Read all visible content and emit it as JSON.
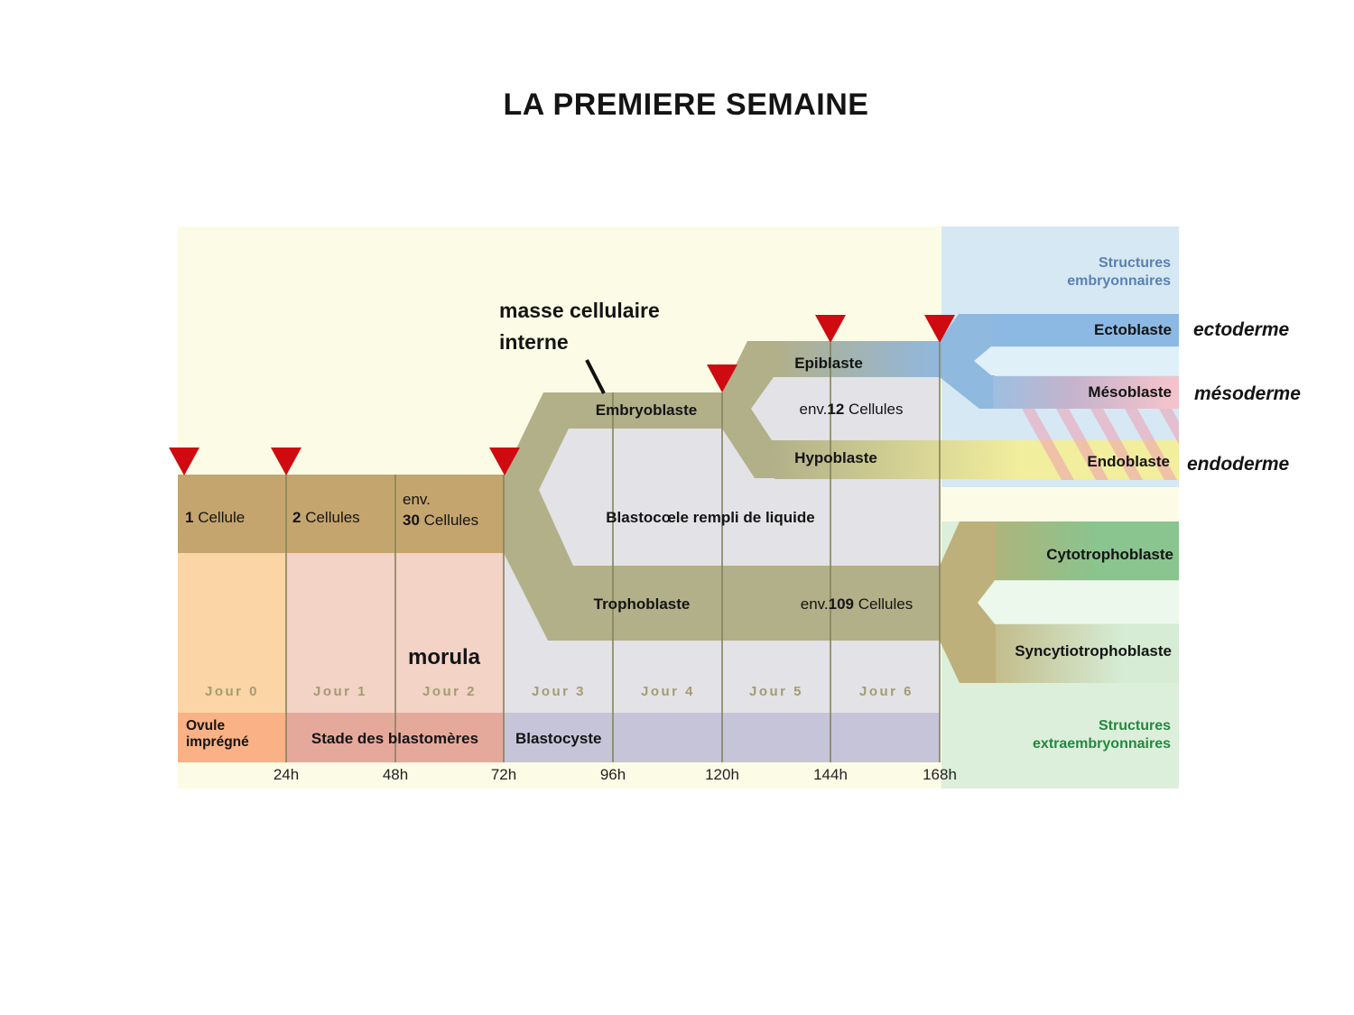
{
  "title": "LA PREMIERE SEMAINE",
  "annotations": {
    "inner_cell_mass": {
      "line1": "masse cellulaire",
      "line2": "interne"
    },
    "morula": "morula",
    "germ_layers": {
      "ectoderm": "ectoderme",
      "mesoderm": "mésoderme",
      "endoderm": "endoderme"
    }
  },
  "cell_counts": [
    {
      "prefix": "",
      "num": "1",
      "unit": "Cellule"
    },
    {
      "prefix": "",
      "num": "2",
      "unit": "Cellules"
    },
    {
      "prefix": "env.",
      "num": "30",
      "unit": "Cellules"
    }
  ],
  "estimates": {
    "twelve": {
      "prefix": "env.",
      "num": "12",
      "unit": "Cellules"
    },
    "one_o_nine": {
      "prefix": "env.",
      "num": "109",
      "unit": "Cellules"
    }
  },
  "bands": {
    "embryoblaste": "Embryoblaste",
    "epiblaste": "Epiblaste",
    "hypoblaste": "Hypoblaste",
    "blastocoele": "Blastocœle rempli de liquide",
    "trophoblaste": "Trophoblaste",
    "ectoblaste": "Ectoblaste",
    "mesoblaste": "Mésoblaste",
    "endoblaste": "Endoblaste",
    "cytotrophoblaste": "Cytotrophoblaste",
    "syncytiotrophoblaste": "Syncytiotrophoblaste"
  },
  "panels": {
    "embryonic": {
      "line1": "Structures",
      "line2": "embryonnaires"
    },
    "extraembryonic": {
      "line1": "Structures",
      "line2": "extraembryonnaires"
    }
  },
  "stage_bands": {
    "ovule": {
      "line1": "Ovule",
      "line2": "imprégné"
    },
    "blastomeres": "Stade des blastomères",
    "blastocyste": "Blastocyste"
  },
  "timeline": {
    "days": [
      "Jour 0",
      "Jour 1",
      "Jour 2",
      "Jour 3",
      "Jour 4",
      "Jour 5",
      "Jour 6"
    ],
    "hours": [
      "24h",
      "48h",
      "72h",
      "96h",
      "120h",
      "144h",
      "168h"
    ]
  },
  "colors": {
    "background": "#fcfce6",
    "olive_band": "#b2b089",
    "tan_cell_band": "#c5a56e",
    "gray_region": "#e3e2e6",
    "blue_panel": "#d6e8f3",
    "green_panel": "#dcefdb",
    "ectoblaste_blue": "#8cb9e3",
    "mesoblaste_pink": "#f3c3cb",
    "endoblaste_yellow": "#f1ee9d",
    "cytotrophoblaste_green": "#8ac48e",
    "peach_column": "#fbd5a6",
    "pink_column": "#f2d3c6",
    "ovule_orange": "#f9b185",
    "blastomeres_salmon": "#e5a99b",
    "blastocyste_lavender": "#c6c4d9",
    "marker_red": "#cf0a10",
    "embryonic_text": "#5b80b3",
    "extraembryonic_text": "#23883f"
  }
}
